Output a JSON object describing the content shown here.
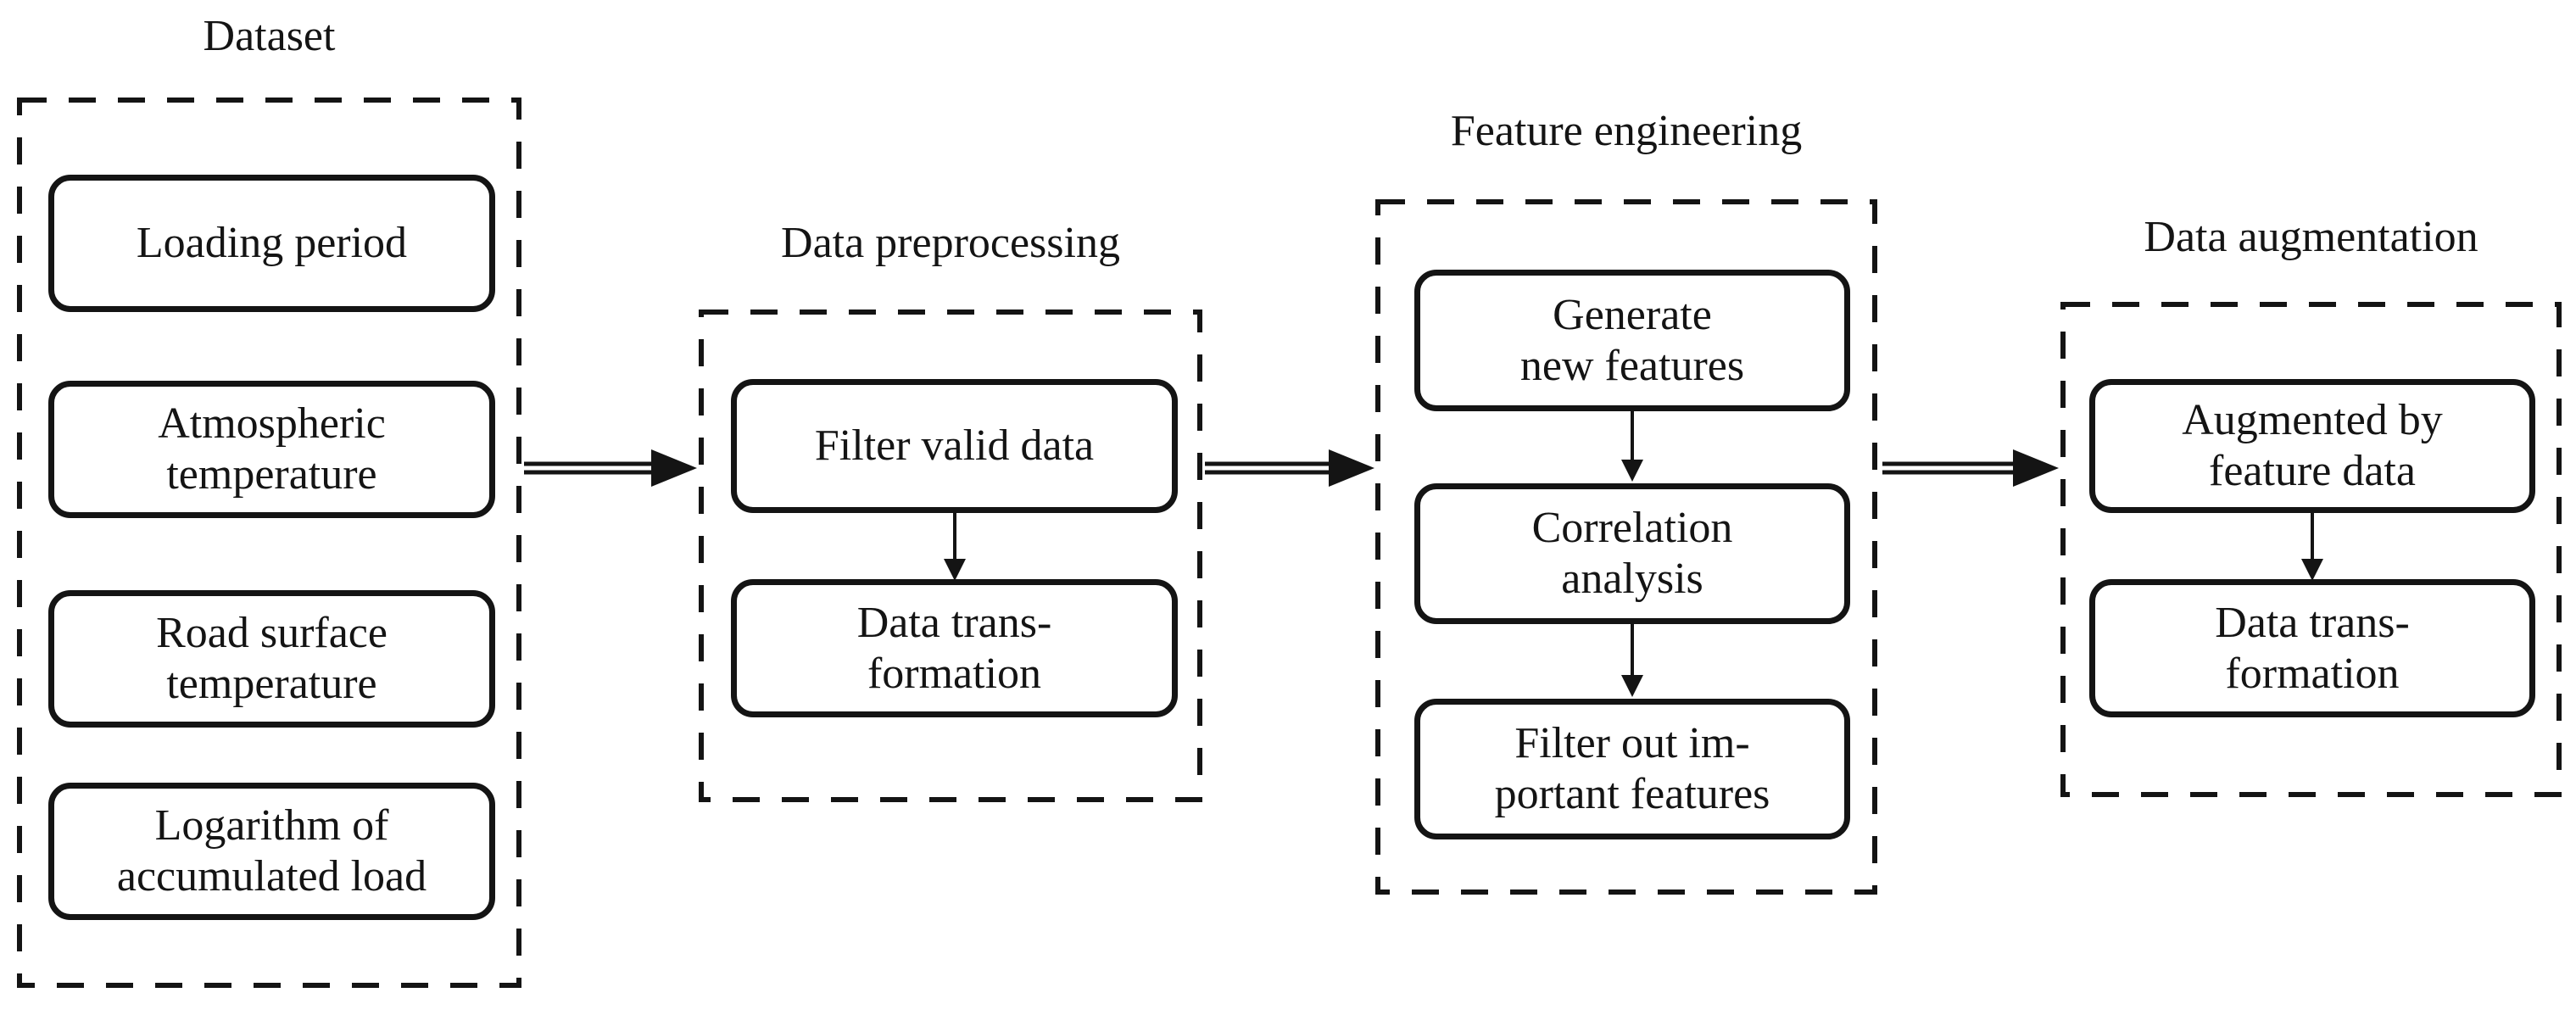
{
  "figure": {
    "type": "flow-diagram",
    "background_color": "#ffffff",
    "line_color": "#141414",
    "groups": [
      {
        "title": "Dataset",
        "boxes": [
          {
            "line1": "Loading period",
            "line2": ""
          },
          {
            "line1": "Atmospheric",
            "line2": "temperature"
          },
          {
            "line1": "Road surface",
            "line2": "temperature"
          },
          {
            "line1": "Logarithm of",
            "line2": "accumulated load"
          }
        ]
      },
      {
        "title": "Data preprocessing",
        "boxes": [
          {
            "line1": "Filter valid data",
            "line2": ""
          },
          {
            "line1": "Data trans-",
            "line2": "formation"
          }
        ]
      },
      {
        "title": "Feature engineering",
        "boxes": [
          {
            "line1": "Generate",
            "line2": "new features"
          },
          {
            "line1": "Correlation",
            "line2": "analysis"
          },
          {
            "line1": "Filter out im-",
            "line2": "portant features"
          }
        ]
      },
      {
        "title": "Data augmentation",
        "boxes": [
          {
            "line1": "Augmented by",
            "line2": "feature data"
          },
          {
            "line1": "Data trans-",
            "line2": "formation"
          }
        ]
      }
    ],
    "connections": {
      "between_groups": [
        {
          "from": "Dataset",
          "to": "Data preprocessing",
          "style": "double-line-arrow"
        },
        {
          "from": "Data preprocessing",
          "to": "Feature engineering",
          "style": "double-line-arrow"
        },
        {
          "from": "Feature engineering",
          "to": "Data augmentation",
          "style": "double-line-arrow"
        }
      ],
      "within_groups": [
        {
          "from": "Filter valid data",
          "to": "Data transformation",
          "style": "single-arrow"
        },
        {
          "from": "Generate new features",
          "to": "Correlation analysis",
          "style": "single-arrow"
        },
        {
          "from": "Correlation analysis",
          "to": "Filter out important features",
          "style": "single-arrow"
        },
        {
          "from": "Augmented by feature data",
          "to": "Data transformation",
          "style": "single-arrow"
        }
      ]
    }
  }
}
